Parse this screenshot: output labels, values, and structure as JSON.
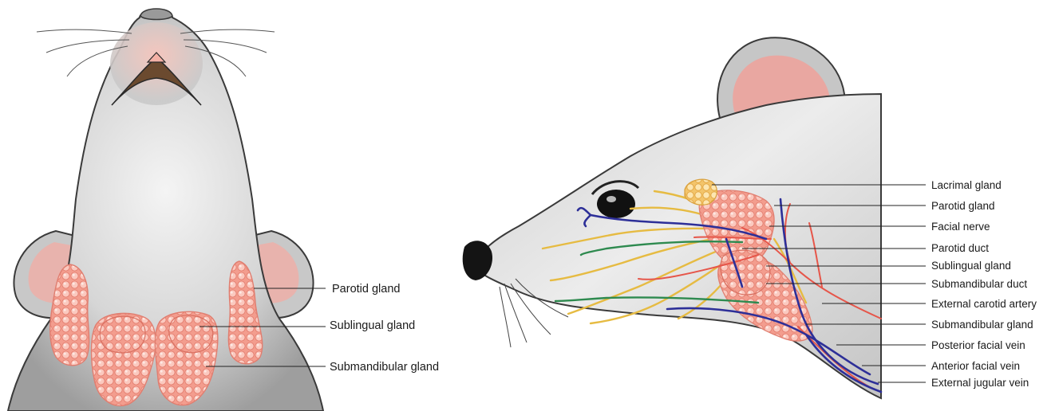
{
  "ventral_view": {
    "labels": {
      "parotid": "Parotid gland",
      "sublingual": "Sublingual gland",
      "submandibular": "Submandibular gland"
    }
  },
  "lateral_view": {
    "labels": [
      "Lacrimal gland",
      "Parotid gland",
      "Facial nerve",
      "Parotid duct",
      "Sublingual gland",
      "Submandibular duct",
      "External carotid artery",
      "Submandibular gland",
      "Posterior facial vein",
      "Anterior facial vein",
      "External jugular vein"
    ]
  },
  "colors": {
    "fur": "#b9b9b9",
    "fur_light": "#e9e9e9",
    "gland": "#f2a294",
    "gland_light": "#fbd6cd",
    "lacrimal": "#f7d58a",
    "nerve": "#e8bd45",
    "artery": "#e8574a",
    "vein": "#2e2f9a",
    "duct": "#2e8a4f",
    "ear_inner": "#e7a29e"
  }
}
